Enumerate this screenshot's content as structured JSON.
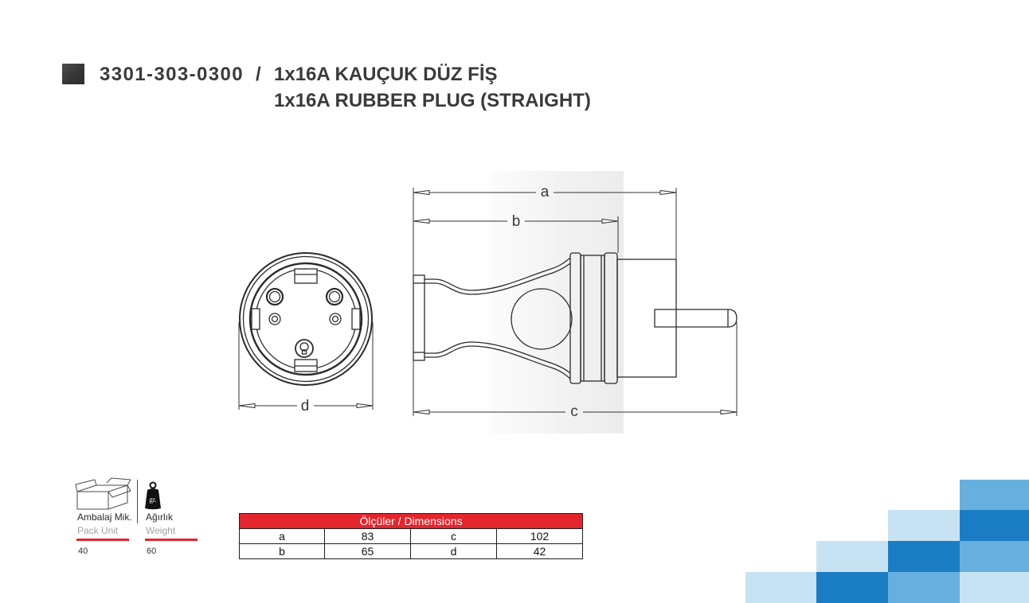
{
  "product": {
    "code": "3301-303-0300",
    "separator": "/",
    "name_tr": "1x16A KAUÇUK DÜZ FİŞ",
    "name_en": "1x16A RUBBER PLUG (STRAIGHT)"
  },
  "drawing": {
    "labels": {
      "a": "a",
      "b": "b",
      "c": "c",
      "d": "d"
    }
  },
  "pack_unit": {
    "icon": "box-icon",
    "label_tr": "Ambalaj Mik.",
    "label_en": "Pack Unit",
    "value": "40"
  },
  "weight": {
    "icon": "weight-icon",
    "icon_text": "gr.",
    "label_tr": "Ağırlık",
    "label_en": "Weight",
    "value": "60"
  },
  "dimensions_table": {
    "header": "Ölçüler / Dimensions",
    "rows": [
      [
        "a",
        "83",
        "c",
        "102"
      ],
      [
        "b",
        "65",
        "d",
        "42"
      ]
    ]
  },
  "colors": {
    "title": "#3a3a3a",
    "accent_red": "#e3262d",
    "tile_light": "#c7e3f3",
    "tile_medium": "#67b0de",
    "tile_dark": "#1a7dc3"
  }
}
